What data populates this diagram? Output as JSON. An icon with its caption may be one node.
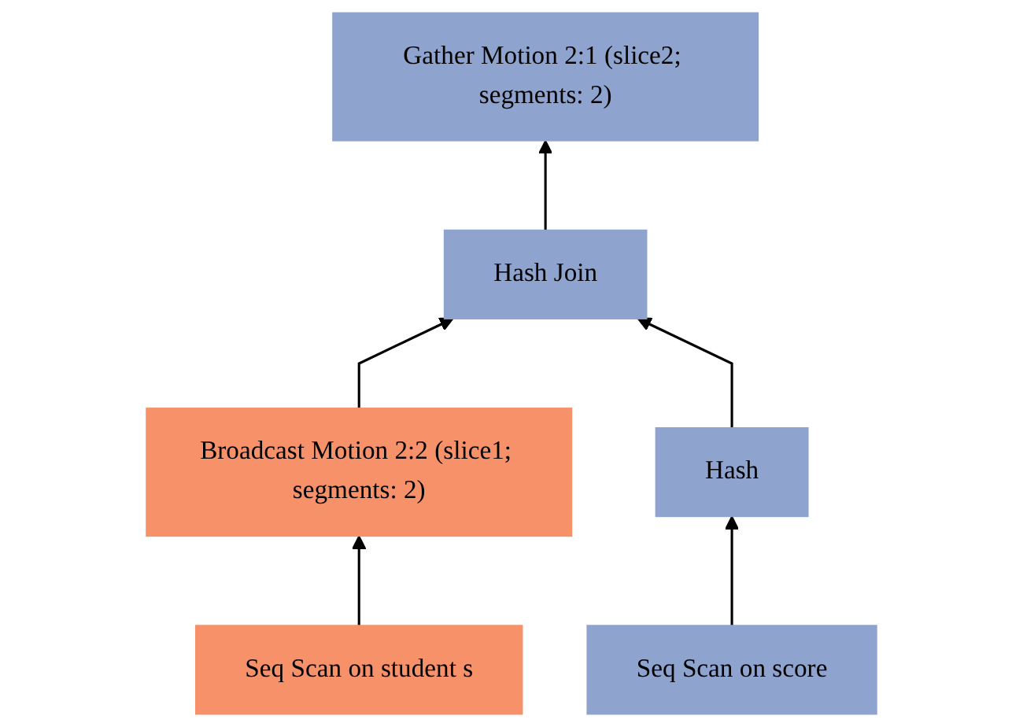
{
  "diagram": {
    "nodes": [
      {
        "text": [
          "Gather Motion 2:1 (slice2; segments: 2)"
        ]
      },
      {
        "text": [
          "Hash Join"
        ]
      },
      {
        "text": [
          "Broadcast Motion 2:2 (slice1; segments: 2)"
        ]
      },
      {
        "text": [
          "Hash"
        ]
      },
      {
        "text": [
          "Seq Scan on student s"
        ]
      },
      {
        "text": [
          "Seq Scan on score"
        ]
      }
    ],
    "edges": [
      {
        "from": 1,
        "to": 0,
        "arrow": "to"
      },
      {
        "from": 2,
        "to": 1,
        "arrow": "to"
      },
      {
        "from": 3,
        "to": 1,
        "arrow": "to"
      },
      {
        "from": 4,
        "to": 2,
        "arrow": "to"
      },
      {
        "from": 5,
        "to": 3,
        "arrow": "to"
      }
    ]
  }
}
